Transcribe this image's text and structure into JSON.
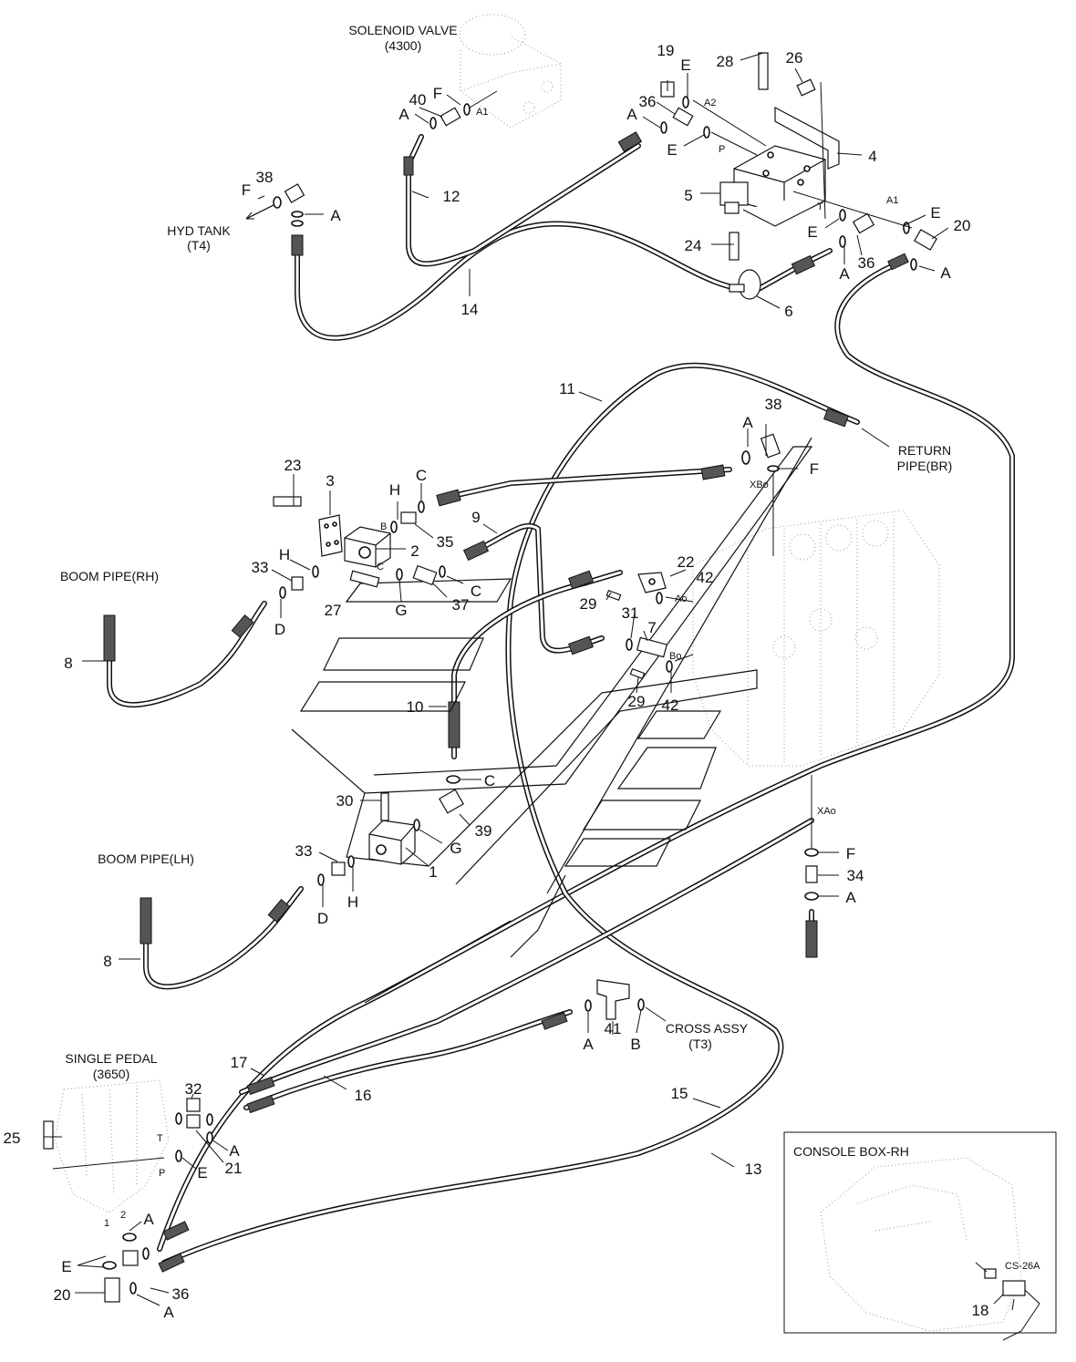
{
  "labels": {
    "solenoid_valve": "SOLENOID VALVE",
    "solenoid_valve_ref": "(4300)",
    "hyd_tank": "HYD TANK",
    "hyd_tank_ref": "(T4)",
    "return_pipe_1": "RETURN",
    "return_pipe_2": "PIPE(BR)",
    "boom_pipe_rh": "BOOM PIPE(RH)",
    "boom_pipe_lh": "BOOM PIPE(LH)",
    "single_pedal": "SINGLE PEDAL",
    "single_pedal_ref": "(3650)",
    "cross_assy": "CROSS ASSY",
    "cross_assy_ref": "(T3)",
    "console_box": "CONSOLE BOX-RH",
    "connector": "CS-26A"
  },
  "port_labels": {
    "a1_top": "A1",
    "a2": "A2",
    "p_valve": "P",
    "t_valve": "T",
    "a1_right": "A1",
    "xbo": "XBo",
    "ao": "Ao",
    "bo": "Bo",
    "xao": "XAo",
    "b_block": "B",
    "c_block": "C",
    "t_pedal": "T",
    "p_pedal": "P",
    "pedal_1": "1",
    "pedal_2": "2"
  },
  "callouts": {
    "n1": "1",
    "n2": "2",
    "n3": "3",
    "n4": "4",
    "n5": "5",
    "n6": "6",
    "n7": "7",
    "n8a": "8",
    "n8b": "8",
    "n9": "9",
    "n10": "10",
    "n11": "11",
    "n12": "12",
    "n13": "13",
    "n14": "14",
    "n15": "15",
    "n16": "16",
    "n17": "17",
    "n18": "18",
    "n19": "19",
    "n20a": "20",
    "n20b": "20",
    "n21": "21",
    "n22": "22",
    "n23": "23",
    "n24": "24",
    "n25": "25",
    "n26": "26",
    "n27": "27",
    "n28": "28",
    "n29a": "29",
    "n29b": "29",
    "n30": "30",
    "n31": "31",
    "n32": "32",
    "n33a": "33",
    "n33b": "33",
    "n34": "34",
    "n35": "35",
    "n36a": "36",
    "n36b": "36",
    "n36c": "36",
    "n37": "37",
    "n38a": "38",
    "n38b": "38",
    "n39": "39",
    "n40": "40",
    "n41": "41",
    "n42a": "42",
    "n42b": "42"
  },
  "letters": {
    "a": "A",
    "b": "B",
    "c": "C",
    "d": "D",
    "e": "E",
    "f": "F",
    "g": "G",
    "h": "H"
  }
}
